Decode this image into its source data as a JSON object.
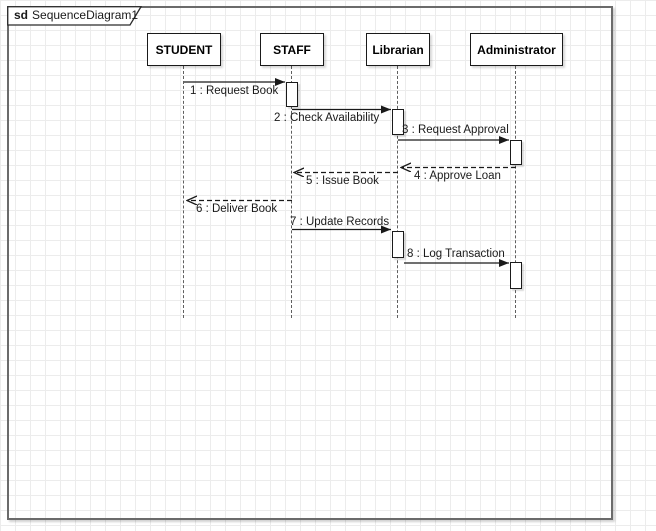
{
  "frame": {
    "keyword": "sd",
    "title": "SequenceDiagram1"
  },
  "actors": [
    {
      "id": "student",
      "label": "STUDENT"
    },
    {
      "id": "staff",
      "label": "STAFF"
    },
    {
      "id": "librarian",
      "label": "Librarian"
    },
    {
      "id": "administrator",
      "label": "Administrator"
    }
  ],
  "messages": [
    {
      "label": "1 : Request Book",
      "from": "STUDENT",
      "to": "STAFF",
      "kind": "sync"
    },
    {
      "label": "2 : Check Availability",
      "from": "STAFF",
      "to": "Librarian",
      "kind": "sync"
    },
    {
      "label": "3 : Request Approval",
      "from": "Librarian",
      "to": "Administrator",
      "kind": "sync"
    },
    {
      "label": "4 : Approve Loan",
      "from": "Administrator",
      "to": "Librarian",
      "kind": "return"
    },
    {
      "label": "5 : Issue Book",
      "from": "Librarian",
      "to": "STAFF",
      "kind": "return"
    },
    {
      "label": "6 : Deliver Book",
      "from": "STAFF",
      "to": "STUDENT",
      "kind": "return"
    },
    {
      "label": "7 : Update Records",
      "from": "STAFF",
      "to": "Librarian",
      "kind": "sync"
    },
    {
      "label": "8 : Log Transaction",
      "from": "Librarian",
      "to": "Administrator",
      "kind": "sync"
    }
  ],
  "colors": {
    "background": "#ffffff",
    "grid_line": "#ececec",
    "shape_stroke": "#1a1a1a",
    "frame_border": "#6b6b6b",
    "shape_fill": "#ffffff"
  }
}
